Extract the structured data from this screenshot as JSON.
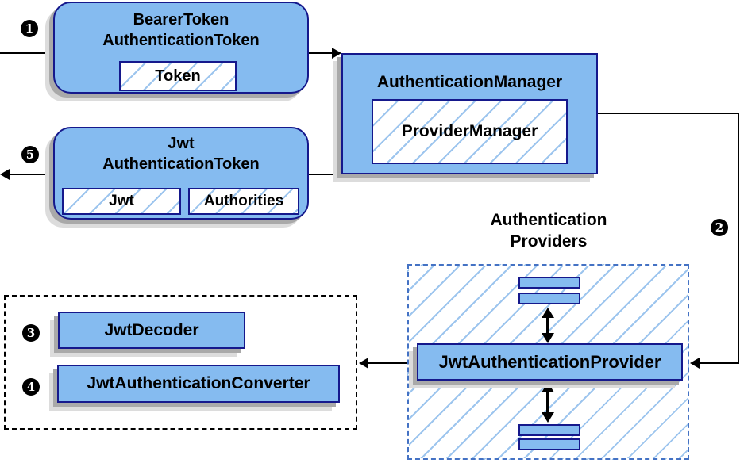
{
  "colors": {
    "node_fill": "#85BBF0",
    "node_border": "#15188C",
    "hatch_line": "#9DC5EE",
    "providers_group_border": "#4472C4",
    "helpers_group_border": "#000000",
    "shadow_dark": "#A9A9A9",
    "shadow_light": "#DCDCDC",
    "connector": "#000000",
    "badge_background": "#000000",
    "badge_text": "#FFFFFF"
  },
  "badges": {
    "step_1": "1",
    "step_2": "2",
    "step_3": "3",
    "step_4": "4",
    "step_5": "5"
  },
  "nodes": {
    "bearer_token": {
      "title_line_1": "BearerToken",
      "title_line_2": "AuthenticationToken",
      "field_token": "Token"
    },
    "authentication_manager": {
      "title": "AuthenticationManager",
      "implementation": "ProviderManager"
    },
    "jwt_authentication_token": {
      "title_line_1": "Jwt",
      "title_line_2": "AuthenticationToken",
      "field_jwt": "Jwt",
      "field_authorities": "Authorities"
    },
    "authentication_providers": {
      "label_line_1": "Authentication",
      "label_line_2": "Providers"
    },
    "jwt_authentication_provider": {
      "title": "JwtAuthenticationProvider"
    },
    "jwt_decoder": {
      "title": "JwtDecoder"
    },
    "jwt_authentication_converter": {
      "title": "JwtAuthenticationConverter"
    }
  }
}
